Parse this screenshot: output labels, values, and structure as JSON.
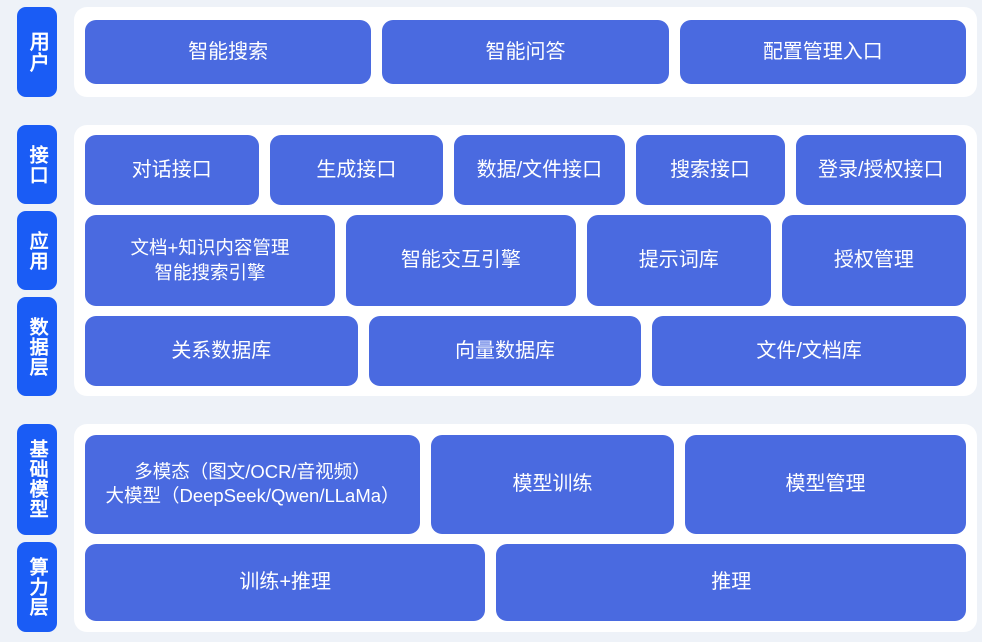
{
  "theme": {
    "background": "#eef2f8",
    "panel": "#ffffff",
    "rail_tab": "#1a5cf5",
    "box": "#4a6ae0",
    "box_text": "#ffffff"
  },
  "sections": [
    {
      "id": "user",
      "rail": [
        {
          "label": "用户"
        }
      ],
      "rows": [
        {
          "boxes": [
            {
              "label": "智能搜索",
              "flex": 1
            },
            {
              "label": "智能问答",
              "flex": 1
            },
            {
              "label": "配置管理入口",
              "flex": 1
            }
          ]
        }
      ]
    },
    {
      "id": "middle",
      "rail": [
        {
          "label": "接口"
        },
        {
          "label": "应用"
        },
        {
          "label": "数据层"
        }
      ],
      "rows": [
        {
          "boxes": [
            {
              "label": "对话接口",
              "flex": 1.02
            },
            {
              "label": "生成接口",
              "flex": 1.02
            },
            {
              "label": "数据/文件接口",
              "flex": 1.0
            },
            {
              "label": "搜索接口",
              "flex": 0.86
            },
            {
              "label": "登录/授权接口",
              "flex": 1.0
            }
          ]
        },
        {
          "boxes": [
            {
              "label": "文档+知识内容管理\n智能搜索引擎",
              "flex": 1.28,
              "style": "multi"
            },
            {
              "label": "智能交互引擎",
              "flex": 1.17
            },
            {
              "label": "提示词库",
              "flex": 0.92
            },
            {
              "label": "授权管理",
              "flex": 0.92
            }
          ]
        },
        {
          "boxes": [
            {
              "label": "关系数据库",
              "flex": 1.0
            },
            {
              "label": "向量数据库",
              "flex": 1.0
            },
            {
              "label": "文件/文档库",
              "flex": 1.16
            }
          ]
        }
      ]
    },
    {
      "id": "bottom",
      "rail": [
        {
          "label": "基础模型"
        },
        {
          "label": "算力层"
        }
      ],
      "rows": [
        {
          "boxes": [
            {
              "label": "多模态（图文/OCR/音视频）\n大模型（DeepSeek/Qwen/LLaMa）",
              "flex": 1.18,
              "style": "multi"
            },
            {
              "label": "模型训练",
              "flex": 0.84
            },
            {
              "label": "模型管理",
              "flex": 0.98
            }
          ]
        },
        {
          "boxes": [
            {
              "label": "训练+推理",
              "flex": 1.0
            },
            {
              "label": "推理",
              "flex": 1.18
            }
          ]
        }
      ]
    }
  ]
}
